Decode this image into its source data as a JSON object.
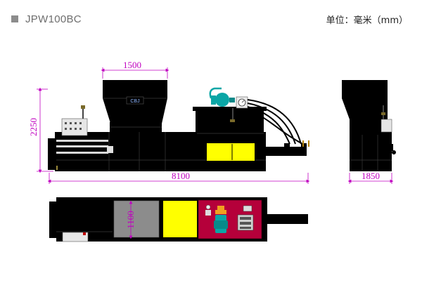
{
  "header": {
    "model": "JPW100BC",
    "unit": "单位：毫米（mm）"
  },
  "dimensions": {
    "hopper_width": "1500",
    "height": "2250",
    "length": "8100",
    "side_width": "1850",
    "chamber_width": "1100"
  },
  "labels": {
    "logo": "CBJ"
  },
  "colors": {
    "machine": "#000000",
    "ram": "#ffff00",
    "hydraulic_tank": "#b5003a",
    "motor": "#0aa6a6",
    "dimension": "#c000c0",
    "chamber_floor": "#8c8c8c"
  }
}
